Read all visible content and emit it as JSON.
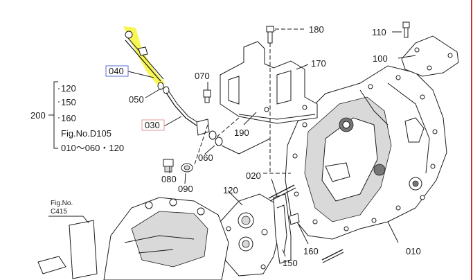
{
  "callouts": {
    "p040": "040",
    "p050": "050",
    "p030": "030",
    "p070": "070",
    "p060": "060",
    "p080": "080",
    "p090": "090",
    "p020": "020",
    "p120": "120",
    "p150": "150",
    "p160": "160",
    "p010": "010",
    "p180": "180",
    "p170": "170",
    "p190": "190",
    "p110": "110",
    "p100": "100"
  },
  "group": {
    "id": "200",
    "items": [
      "120",
      "150",
      "160"
    ],
    "fig_ref": "Fig.No.D105",
    "range": "010～060・120"
  },
  "fig_ref_c415": {
    "line1": "Fig.No.",
    "line2": "C415"
  },
  "colors": {
    "highlight": "#f7f54a",
    "box_040": "#5a6bd6",
    "box_030": "#e39a9a",
    "line": "#1a1a1a",
    "window_edge_right": "#c0392b"
  }
}
